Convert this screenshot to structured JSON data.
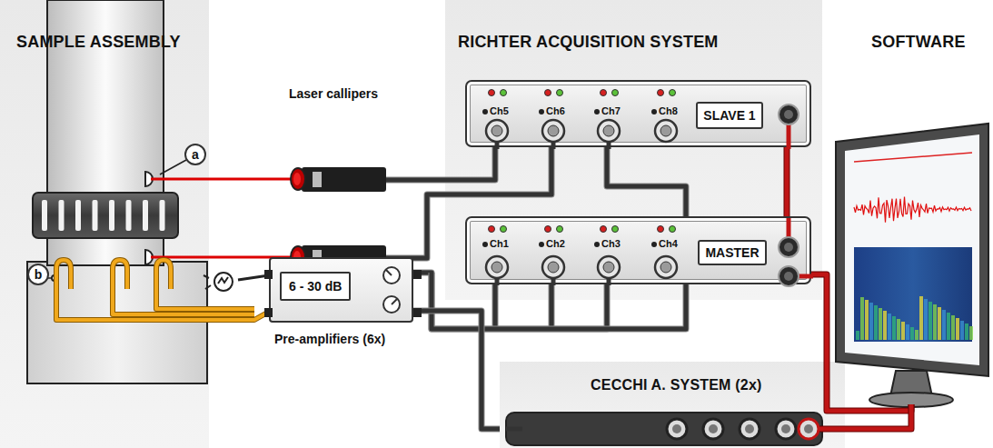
{
  "diagram": {
    "nodes": [
      {
        "text": [
          "SAMPLE ASSEMBLY"
        ]
      },
      {
        "text": [
          "RICHTER ACQUISITION SYSTEM"
        ]
      },
      {
        "text": [
          "Ch5",
          "Ch6",
          "Ch7",
          "Ch8"
        ],
        "in": 1
      },
      {
        "text": [
          "SLAVE 1"
        ],
        "in": 2
      },
      {
        "text": [
          "Ch1",
          "Ch2",
          "Ch3",
          "Ch4"
        ],
        "in": 1
      },
      {
        "text": [
          "MASTER"
        ],
        "in": 4
      },
      {
        "text": [
          "SOFTWARE"
        ]
      },
      {
        "text": [
          "6 - 30 dB",
          "Pre-amplifiers (6x)"
        ]
      },
      {
        "text": [
          "CECCHI A. SYSTEM (2x)"
        ]
      }
    ],
    "edges": [
      {
        "from": 7,
        "to": 4,
        "arrow": "none"
      },
      {
        "from": 7,
        "to": 2,
        "arrow": "none"
      },
      {
        "from": 7,
        "to": 8,
        "arrow": "none"
      },
      {
        "from": 2,
        "to": 4,
        "arrow": "none"
      },
      {
        "from": 4,
        "to": 6,
        "arrow": "none"
      },
      {
        "from": 8,
        "to": 6,
        "arrow": "none"
      }
    ],
    "labels": [
      "a",
      "b",
      "Laser callipers"
    ]
  }
}
